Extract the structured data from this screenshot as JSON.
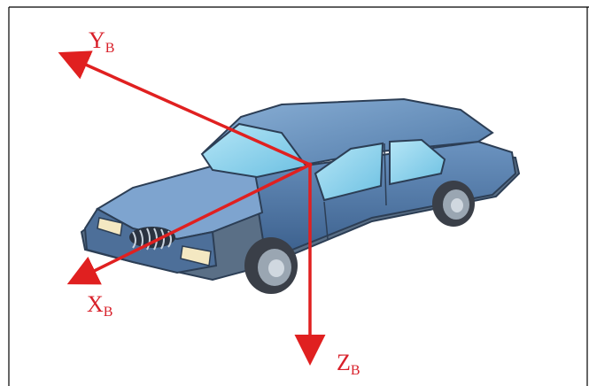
{
  "axes": {
    "y": {
      "letter": "Y",
      "subscript": "B"
    },
    "x": {
      "letter": "X",
      "subscript": "B"
    },
    "z": {
      "letter": "Z",
      "subscript": "B"
    }
  },
  "colors": {
    "axis": "#e02020",
    "label": "#d8202a",
    "car_body": "#5f86b4",
    "car_body_dark": "#3f6694",
    "car_window": "#8fd0ea",
    "frame": "#000000"
  }
}
